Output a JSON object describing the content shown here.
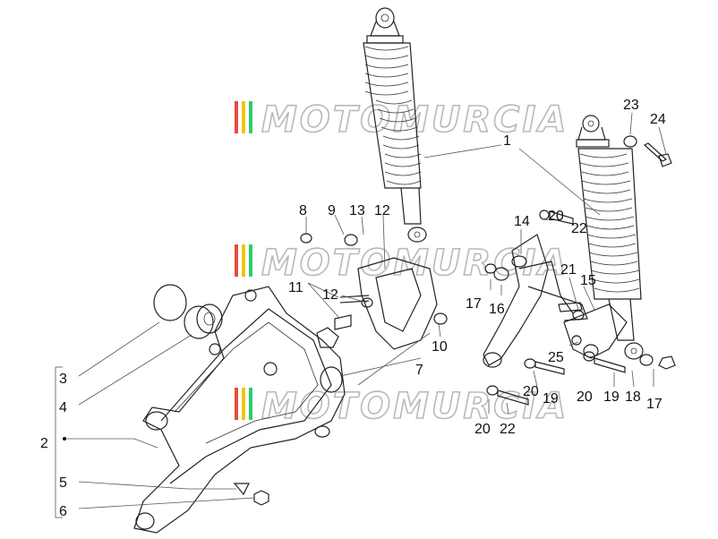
{
  "watermark": {
    "text": "MOTOMURCIA",
    "stripe_colors": [
      "#e74c3c",
      "#f1c40f",
      "#2ecc71"
    ]
  },
  "labels": [
    "1",
    "2",
    "3",
    "4",
    "5",
    "6",
    "7",
    "8",
    "9",
    "10",
    "11",
    "12",
    "12",
    "13",
    "14",
    "15",
    "16",
    "17",
    "17",
    "18",
    "19",
    "19",
    "20",
    "20",
    "20",
    "20",
    "21",
    "22",
    "22",
    "23",
    "24",
    "25"
  ]
}
